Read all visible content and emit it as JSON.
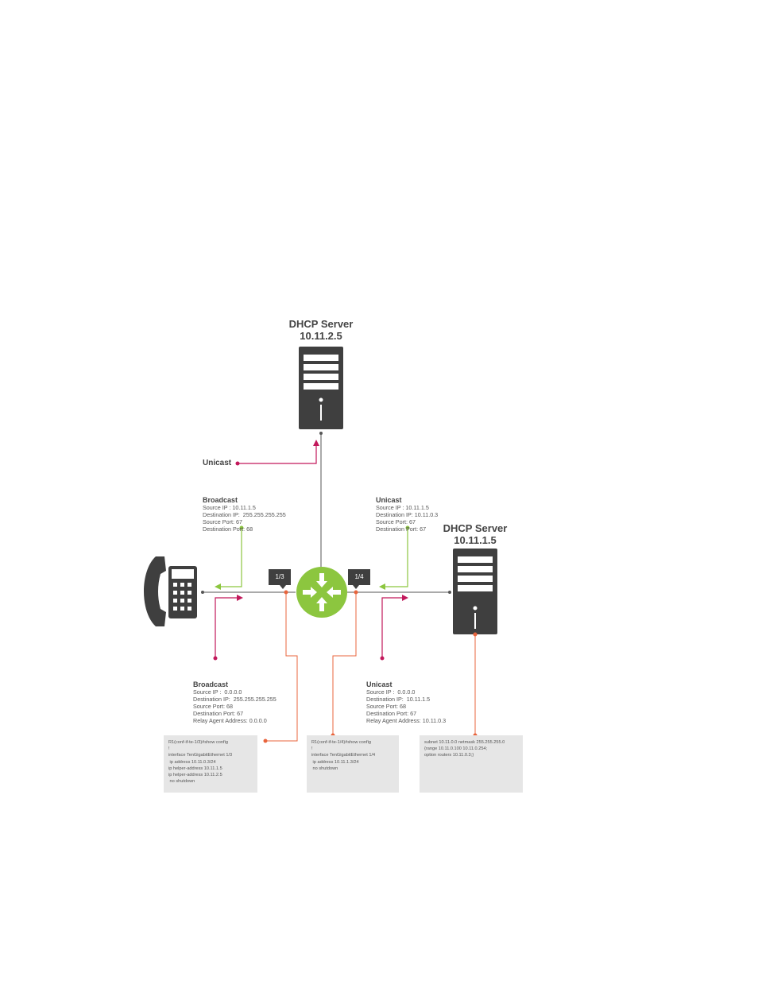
{
  "server_top": {
    "title": "DHCP Server",
    "ip": "10.11.2.5"
  },
  "server_right": {
    "title": "DHCP Server",
    "ip": "10.11.1.5"
  },
  "unicast_label": "Unicast",
  "ports": {
    "left": "1/3",
    "right": "1/4"
  },
  "block_top_left": {
    "heading": "Broadcast",
    "lines": [
      "Source IP : 10.11.1.5",
      "Destination IP:  255.255.255.255",
      "Source Port: 67",
      "Destination Port: 68"
    ]
  },
  "block_top_right": {
    "heading": "Unicast",
    "lines": [
      "Source IP : 10.11.1.5",
      "Destination IP: 10.11.0.3",
      "Source Port: 67",
      "Destination Port: 67"
    ]
  },
  "block_bottom_left": {
    "heading": "Broadcast",
    "lines": [
      "Source IP :  0.0.0.0",
      "Destination IP:  255.255.255.255",
      "Source Port: 68",
      "Destination Port: 67",
      "Relay Agent Address: 0.0.0.0"
    ]
  },
  "block_bottom_right": {
    "heading": "Unicast",
    "lines": [
      "Source IP :  0.0.0.0",
      "Destination IP:  10.11.1.5",
      "Source Port: 68",
      "Destination Port: 67",
      "Relay Agent Address: 10.11.0.3"
    ]
  },
  "config_left": [
    "R1(conf-if-te-1/3)#show config",
    "!",
    "interface TenGigabitEthernet 1/3",
    " ip address 10.11.0.3/24",
    "ip helper-address 10.11.1.5",
    "ip helper-address 10.11.2.5",
    " no shutdown"
  ],
  "config_middle": [
    "R1(conf-if-te-1/4)#show config",
    "!",
    "interface TenGigabitEthernet 1/4",
    " ip address 10.11.1.3/24",
    " no shutdown"
  ],
  "config_right": [
    "subnet 10.11.0.0 netmask 255.255.255.0",
    "{range 10.11.0.100 10.11.0.254;",
    "option routers 10.11.0.3;}"
  ],
  "colors": {
    "device": "#3f3f3f",
    "router": "#8cc63f",
    "reply_arrow": "#8cc63f",
    "request_arrow": "#c2185b",
    "config_line": "#e8643c",
    "link": "#555555",
    "config_bg": "#e6e6e6"
  },
  "icons": [
    "server-icon",
    "server-icon",
    "router-icon",
    "phone-icon"
  ]
}
